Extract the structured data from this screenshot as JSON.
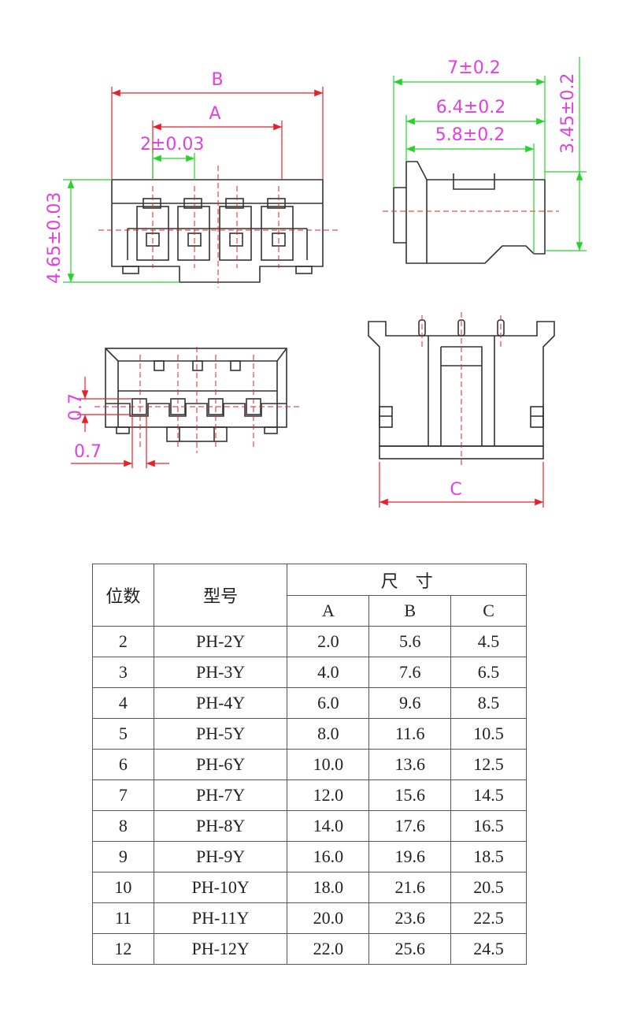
{
  "dimensions": {
    "front_B": "B",
    "front_A": "A",
    "front_pitch": "2±0.03",
    "front_height": "4.65±0.03",
    "side_total": "7±0.2",
    "side_mid": "6.4±0.2",
    "side_inner": "5.8±0.2",
    "side_height": "3.45±0.2",
    "bottom_v": "0.7",
    "bottom_h": "0.7",
    "rear_C": "C"
  },
  "colors": {
    "dimension_text": "#e040e0",
    "dimension_line": "#e8202a",
    "extension_line": "#27d22a",
    "outline": "#333333"
  },
  "table": {
    "headers": {
      "positions": "位数",
      "model": "型号",
      "size": "尺　寸",
      "a": "A",
      "b": "B",
      "c": "C"
    },
    "rows": [
      {
        "n": "2",
        "model": "PH-2Y",
        "a": "2.0",
        "b": "5.6",
        "c": "4.5"
      },
      {
        "n": "3",
        "model": "PH-3Y",
        "a": "4.0",
        "b": "7.6",
        "c": "6.5"
      },
      {
        "n": "4",
        "model": "PH-4Y",
        "a": "6.0",
        "b": "9.6",
        "c": "8.5"
      },
      {
        "n": "5",
        "model": "PH-5Y",
        "a": "8.0",
        "b": "11.6",
        "c": "10.5"
      },
      {
        "n": "6",
        "model": "PH-6Y",
        "a": "10.0",
        "b": "13.6",
        "c": "12.5"
      },
      {
        "n": "7",
        "model": "PH-7Y",
        "a": "12.0",
        "b": "15.6",
        "c": "14.5"
      },
      {
        "n": "8",
        "model": "PH-8Y",
        "a": "14.0",
        "b": "17.6",
        "c": "16.5"
      },
      {
        "n": "9",
        "model": "PH-9Y",
        "a": "16.0",
        "b": "19.6",
        "c": "18.5"
      },
      {
        "n": "10",
        "model": "PH-10Y",
        "a": "18.0",
        "b": "21.6",
        "c": "20.5"
      },
      {
        "n": "11",
        "model": "PH-11Y",
        "a": "20.0",
        "b": "23.6",
        "c": "22.5"
      },
      {
        "n": "12",
        "model": "PH-12Y",
        "a": "22.0",
        "b": "25.6",
        "c": "24.5"
      }
    ]
  }
}
